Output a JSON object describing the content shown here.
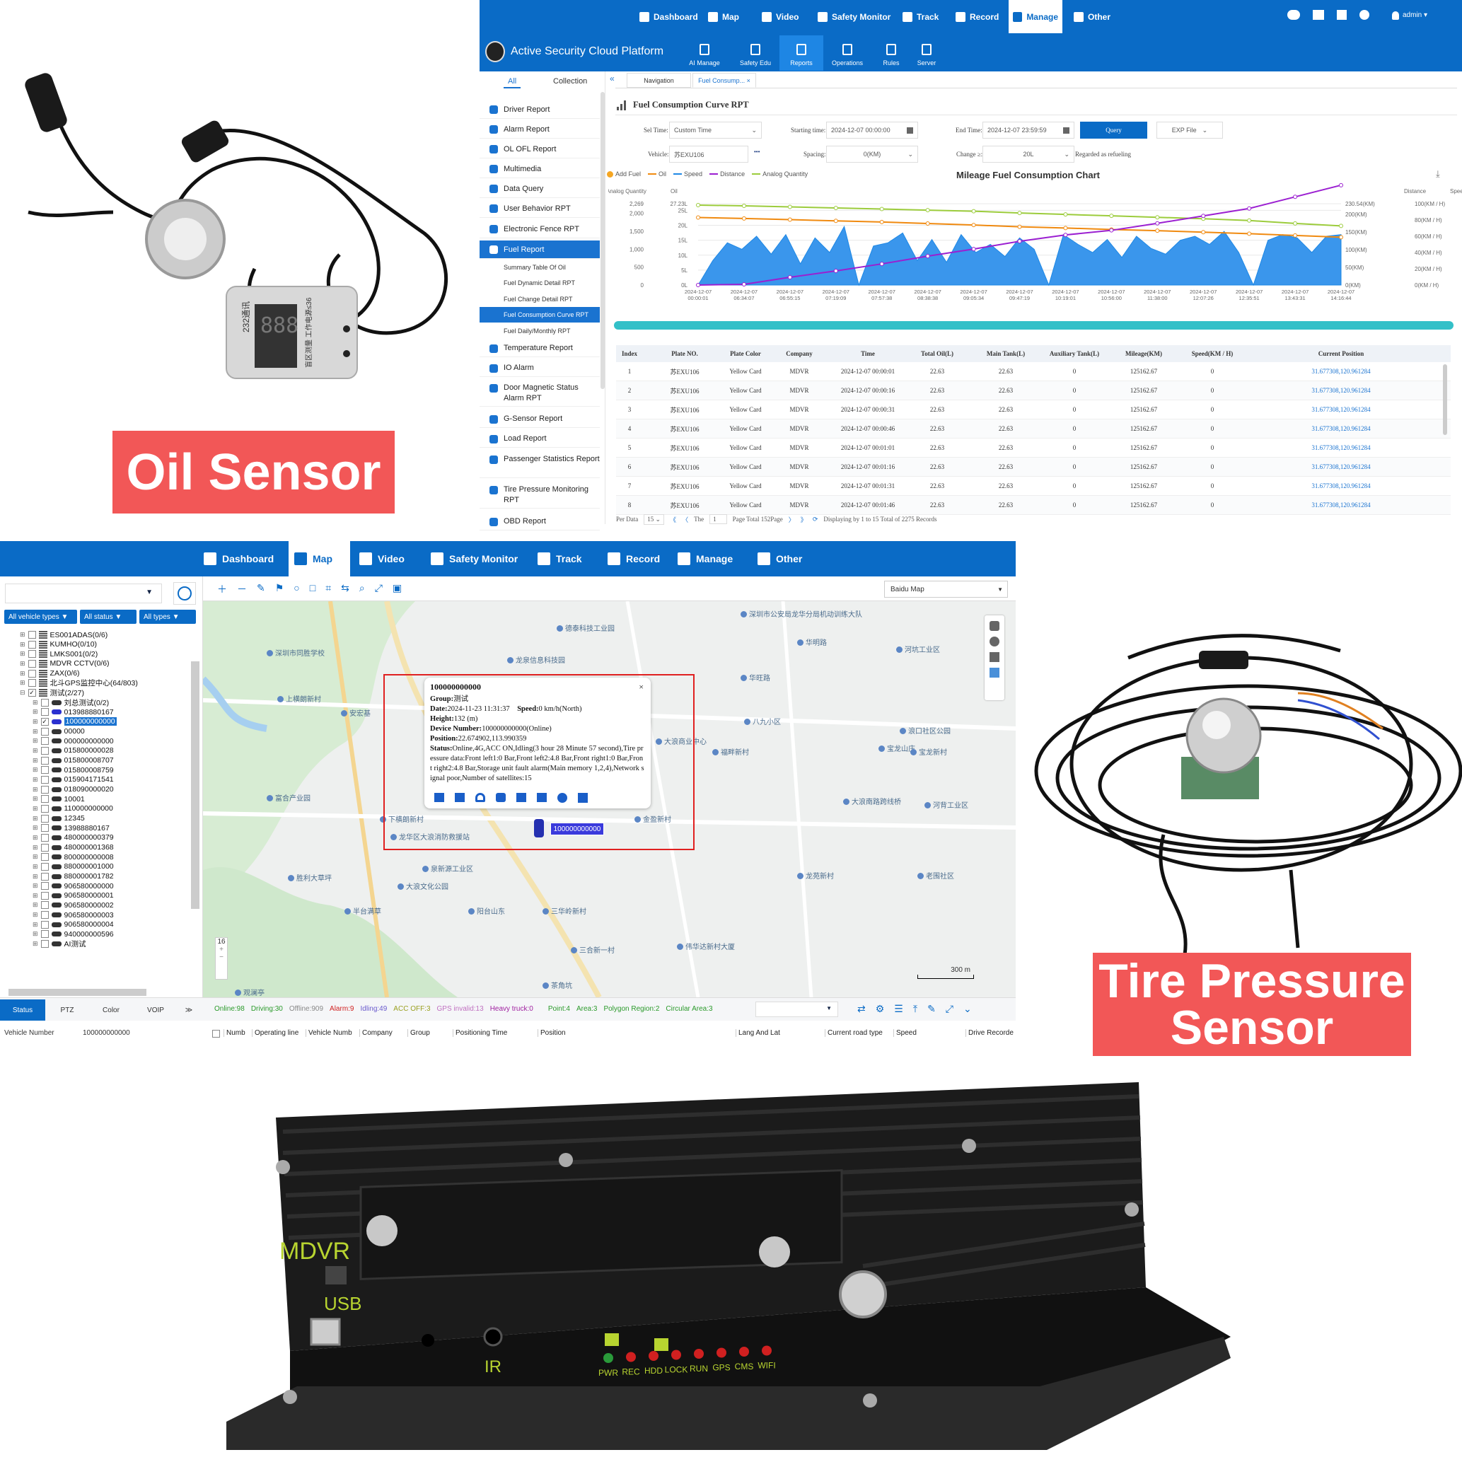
{
  "labels": {
    "oil_sensor": "Oil Sensor",
    "tire_sensor_line1": "Tire Pressure",
    "tire_sensor_line2": "Sensor"
  },
  "oil_device": {
    "digits": "888",
    "text": "232通讯",
    "side_text": "盲区测量 工作电源≤36"
  },
  "mdvr_device": {
    "brand": "MDVR",
    "usb": "USB",
    "ir": "IR",
    "leds": [
      "PWR",
      "REC",
      "HDD",
      "LOCK",
      "RUN",
      "GPS",
      "CMS",
      "WIFI"
    ],
    "led_colors": [
      "#2a9a3a",
      "#d02020",
      "#d02020",
      "#d02020",
      "#d02020",
      "#d02020",
      "#d02020",
      "#d02020"
    ]
  },
  "platform": {
    "top_nav": [
      {
        "label": "Dashboard"
      },
      {
        "label": "Map"
      },
      {
        "label": "Video"
      },
      {
        "label": "Safety Monitor"
      },
      {
        "label": "Track"
      },
      {
        "label": "Record"
      },
      {
        "label": "Manage",
        "active": true
      },
      {
        "label": "Other"
      }
    ],
    "user": "admin ▾",
    "title": "Active Security Cloud Platform",
    "sub_nav": [
      {
        "label": "AI Manage"
      },
      {
        "label": "Safety Edu"
      },
      {
        "label": "Reports",
        "active": true
      },
      {
        "label": "Operations"
      },
      {
        "label": "Rules"
      },
      {
        "label": "Server"
      }
    ],
    "side_tabs": [
      "All",
      "Collection"
    ],
    "page_tabs": [
      "Navigation",
      "Fuel Consump... ×"
    ],
    "collapse": "«",
    "sidebar": {
      "items": [
        "Driver Report",
        "Alarm Report",
        "OL OFL Report",
        "Multimedia",
        "Data Query",
        "User Behavior RPT",
        "Electronic Fence RPT",
        "Fuel Report"
      ],
      "sub_items": [
        "Summary Table Of Oil",
        "Fuel Dynamic Detail RPT",
        "Fuel Change Detail RPT",
        "Fuel Consumption Curve RPT",
        "Fuel Daily/Monthly RPT"
      ],
      "items2": [
        "Temperature Report",
        "IO Alarm",
        "Door Magnetic Status Alarm RPT",
        "G-Sensor Report",
        "Load Report",
        "Passenger Statistics Report",
        "Tire Pressure Monitoring RPT",
        "OBD Report"
      ]
    },
    "report_title": "Fuel Consumption Curve RPT",
    "filters": {
      "sel_time_label": "Sel Time:",
      "sel_time": "Custom Time",
      "start_label": "Starting time:",
      "start": "2024-12-07 00:00:00",
      "end_label": "End Time:",
      "end": "2024-12-07 23:59:59",
      "query": "Query",
      "export": "EXP File",
      "vehicle_label": "Vehicle:",
      "vehicle": "苏EXU106",
      "more": "•••",
      "spacing_label": "Spacing:",
      "spacing": "0(KM)",
      "change_label": "Change ≥:",
      "change": "20L",
      "change_note": "Regarded as refueling"
    },
    "table": {
      "headers": [
        "Index",
        "Plate NO.",
        "Plate Color",
        "Company",
        "Time",
        "Total Oil(L)",
        "Main Tank(L)",
        "Auxiliary Tank(L)",
        "Mileage(KM)",
        "Speed(KM / H)",
        "Current Position"
      ],
      "rows": [
        [
          "1",
          "苏EXU106",
          "Yellow Card",
          "MDVR",
          "2024-12-07 00:00:01",
          "22.63",
          "22.63",
          "0",
          "125162.67",
          "0",
          "31.677308,120.961284"
        ],
        [
          "2",
          "苏EXU106",
          "Yellow Card",
          "MDVR",
          "2024-12-07 00:00:16",
          "22.63",
          "22.63",
          "0",
          "125162.67",
          "0",
          "31.677308,120.961284"
        ],
        [
          "3",
          "苏EXU106",
          "Yellow Card",
          "MDVR",
          "2024-12-07 00:00:31",
          "22.63",
          "22.63",
          "0",
          "125162.67",
          "0",
          "31.677308,120.961284"
        ],
        [
          "4",
          "苏EXU106",
          "Yellow Card",
          "MDVR",
          "2024-12-07 00:00:46",
          "22.63",
          "22.63",
          "0",
          "125162.67",
          "0",
          "31.677308,120.961284"
        ],
        [
          "5",
          "苏EXU106",
          "Yellow Card",
          "MDVR",
          "2024-12-07 00:01:01",
          "22.63",
          "22.63",
          "0",
          "125162.67",
          "0",
          "31.677308,120.961284"
        ],
        [
          "6",
          "苏EXU106",
          "Yellow Card",
          "MDVR",
          "2024-12-07 00:01:16",
          "22.63",
          "22.63",
          "0",
          "125162.67",
          "0",
          "31.677308,120.961284"
        ],
        [
          "7",
          "苏EXU106",
          "Yellow Card",
          "MDVR",
          "2024-12-07 00:01:31",
          "22.63",
          "22.63",
          "0",
          "125162.67",
          "0",
          "31.677308,120.961284"
        ],
        [
          "8",
          "苏EXU106",
          "Yellow Card",
          "MDVR",
          "2024-12-07 00:01:46",
          "22.63",
          "22.63",
          "0",
          "125162.67",
          "0",
          "31.677308,120.961284"
        ]
      ]
    },
    "pagination": {
      "per_label": "Per Data",
      "per": "15",
      "the": "The",
      "page": "1",
      "page_total": "Page  Total 152Page",
      "summary": "Displaying by 1 to 15 Total of 2275 Records"
    }
  },
  "chart_data": {
    "type": "line",
    "title": "Mileage Fuel Consumption Chart",
    "legend": [
      "Add Fuel",
      "Oil",
      "Speed",
      "Distance",
      "Analog Quantity"
    ],
    "legend_placement": "top-left",
    "colors": {
      "Add Fuel": "#f5a623",
      "Oil": "#f08a10",
      "Speed": "#1e88e5",
      "Distance": "#9b1fd1",
      "Analog Quantity": "#9ccc3c"
    },
    "axes": {
      "analog": {
        "label": "Analog Quantity",
        "range": [
          0,
          2269
        ],
        "ticks": [
          "2,269",
          "2,000",
          "1,500",
          "1,000",
          "500",
          "0"
        ]
      },
      "oil": {
        "label": "Oil",
        "range": [
          0,
          27.23
        ],
        "ticks": [
          "27.23L",
          "25L",
          "20L",
          "15L",
          "10L",
          "5L",
          "0L"
        ]
      },
      "distance": {
        "label": "Distance",
        "range": [
          0,
          230.54
        ],
        "ticks": [
          "230.54(KM)",
          "200(KM)",
          "150(KM)",
          "100(KM)",
          "50(KM)",
          "0(KM)"
        ]
      },
      "speed": {
        "label": "Speed",
        "range": [
          0,
          100
        ],
        "ticks": [
          "100(KM / H)",
          "80(KM / H)",
          "60(KM / H)",
          "40(KM / H)",
          "20(KM / H)",
          "0(KM / H)"
        ]
      }
    },
    "x_ticks": [
      "2024-12-07 00:00:01",
      "2024-12-07 06:34:07",
      "2024-12-07 06:55:15",
      "2024-12-07 07:19:09",
      "2024-12-07 07:57:38",
      "2024-12-07 08:38:38",
      "2024-12-07 09:05:34",
      "2024-12-07 09:47:19",
      "2024-12-07 10:19:01",
      "2024-12-07 10:56:00",
      "2024-12-07 11:38:00",
      "2024-12-07 12:07:26",
      "2024-12-07 12:35:51",
      "2024-12-07 13:43:31",
      "2024-12-07 14:16:44"
    ],
    "series": [
      {
        "name": "Analog Quantity",
        "axis": "analog",
        "values": [
          2230,
          2210,
          2180,
          2150,
          2120,
          2090,
          2060,
          2010,
          1970,
          1930,
          1890,
          1850,
          1800,
          1720,
          1650
        ]
      },
      {
        "name": "Oil",
        "axis": "oil",
        "values": [
          22.6,
          22.3,
          21.9,
          21.5,
          21.1,
          20.6,
          20.1,
          19.5,
          19.1,
          18.6,
          18.2,
          17.7,
          17.2,
          16.6,
          16.0
        ]
      },
      {
        "name": "Distance",
        "axis": "distance",
        "values": [
          0,
          2,
          22,
          40,
          60,
          82,
          102,
          124,
          142,
          155,
          175,
          196,
          217,
          250,
          283
        ]
      },
      {
        "name": "Speed",
        "axis": "speed",
        "values": [
          0,
          30,
          52,
          44,
          60,
          38,
          62,
          26,
          58,
          40,
          72,
          0,
          48,
          52,
          64,
          30,
          56,
          28,
          62,
          40,
          50,
          35,
          58,
          44,
          0,
          62,
          50,
          40,
          56,
          34,
          60,
          45,
          38,
          55,
          60,
          50,
          66,
          40,
          0,
          55,
          62,
          58,
          40,
          60,
          62
        ]
      }
    ]
  },
  "map_app": {
    "top_nav": [
      {
        "label": "Dashboard"
      },
      {
        "label": "Map",
        "active": true
      },
      {
        "label": "Video"
      },
      {
        "label": "Safety Monitor"
      },
      {
        "label": "Track"
      },
      {
        "label": "Record"
      },
      {
        "label": "Manage"
      },
      {
        "label": "Other"
      }
    ],
    "filters": [
      "All vehicle types ▼",
      "All status ▼",
      "All types ▼"
    ],
    "tree_groups": [
      "ES001ADAS(0/6)",
      "KUMHO(0/10)",
      "LMKS001(0/2)",
      "MDVR CCTV(0/6)",
      "ZAX(0/6)",
      "北斗GPS监控中心(64/803)",
      "测试(2/27)"
    ],
    "tree_vehicles": [
      "刘总测试(0/2)",
      "013988880167",
      "100000000000",
      "00000",
      "000000000000",
      "015800000028",
      "015800008707",
      "015800008759",
      "015904171541",
      "018090000020",
      "10001",
      "110000000000",
      "12345",
      "13988880167",
      "480000000379",
      "480000001368",
      "800000000008",
      "880000001000",
      "880000001782",
      "906580000000",
      "906580000001",
      "906580000002",
      "906580000003",
      "906580000004",
      "940000000596",
      "AI测试"
    ],
    "selected_vehicle": "100000000000",
    "map_type": "Baidu Map",
    "zoom_level": "16",
    "scale": "300 m",
    "poi": [
      "深圳市同胜学校",
      "上横朗新村",
      "龙泉信息科技园",
      "德泰科技工业园",
      "深圳市公安局龙华分局机动训练大队",
      "华明路",
      "河坑工业区",
      "安宏基",
      "八九小区",
      "华旺路",
      "浪口社区公园",
      "宝龙山庄",
      "福畔新村",
      "宝龙新村",
      "大浪商业中心",
      "龙华区大浪消防救援站",
      "下横朗新村",
      "金盈新村",
      "大浪南路跨线桥",
      "河背工业区",
      "富合产业园",
      "泉新源工业区",
      "胜利大草坪",
      "大浪文化公园",
      "龙苑新村",
      "老围社区",
      "阳台山东",
      "三华岭新村",
      "伟华达新村大厦",
      "三合新一村",
      "茶角坑",
      "观澜亭",
      "半台满草"
    ],
    "popup": {
      "title": "100000000000",
      "group_label": "Group:",
      "group": "测试",
      "date_label": "Date:",
      "date": "2024-11-23 11:31:37",
      "speed_label": "Speed:",
      "speed": "0 km/h(North)",
      "height_label": "Height:",
      "height": "132 (m)",
      "device_label": "Device Number:",
      "device": "100000000000(Online)",
      "position_label": "Position:",
      "position": "22.674902,113.990359",
      "status_label": "Status:",
      "status": "Online,4G,ACC ON,Idling(3 hour 28 Minute 57 second),Tire pressure data:Front left1:0 Bar,Front left2:4.8 Bar,Front right1:0 Bar,Front right2:4.8 Bar,Storage unit fault alarm(Main memory 1,2,4),Network signal poor,Number of satellites:15",
      "close": "×"
    },
    "vehicle_tag": "100000000000",
    "bottom_tabs": [
      "Status",
      "PTZ",
      "Color",
      "VOIP",
      "≫"
    ],
    "status_counts": [
      {
        "label": "Online:98",
        "color": "#2a9a2a"
      },
      {
        "label": "Driving:30",
        "color": "#2a9a2a"
      },
      {
        "label": "Offline:909",
        "color": "#888888"
      },
      {
        "label": "Alarm:9",
        "color": "#d02020"
      },
      {
        "label": "Idling:49",
        "color": "#6a5acd"
      },
      {
        "label": "ACC OFF:3",
        "color": "#9aa020"
      },
      {
        "label": "GPS invalid:13",
        "color": "#c070c0"
      },
      {
        "label": "Heavy truck:0",
        "color": "#a020a0"
      },
      {
        "label": "Point:4",
        "color": "#2a9a2a"
      },
      {
        "label": "Area:3",
        "color": "#2a9a2a"
      },
      {
        "label": "Polygon Region:2",
        "color": "#2a9a2a"
      },
      {
        "label": "Circular Area:3",
        "color": "#2a9a2a"
      }
    ],
    "info_label": "Vehicle Number",
    "info_value": "100000000000",
    "grid_headers": [
      "Numb",
      "Operating line",
      "Vehicle Numb",
      "Company",
      "Group",
      "Positioning Time",
      "Position",
      "Lang And Lat",
      "Current road type",
      "Speed",
      "Drive Recorde"
    ]
  }
}
